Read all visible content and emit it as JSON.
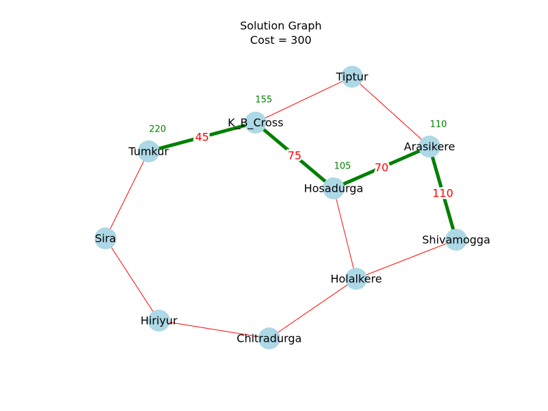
{
  "title": {
    "line1": "Solution Graph",
    "line2": "Cost = 300"
  },
  "colors": {
    "node_fill": "#add8e6",
    "edge_default": "#ff0000",
    "edge_solution": "#008000",
    "weight_text": "#ff0000",
    "heuristic_text": "#008000"
  },
  "nodes": [
    {
      "id": "tiptur",
      "label": "Tiptur"
    },
    {
      "id": "kbcross",
      "label": "K_B_Cross"
    },
    {
      "id": "tumkur",
      "label": "Tumkur"
    },
    {
      "id": "arasikere",
      "label": "Arasikere"
    },
    {
      "id": "hosadurga",
      "label": "Hosadurga"
    },
    {
      "id": "sira",
      "label": "Sira"
    },
    {
      "id": "shivamogga",
      "label": "Shivamogga"
    },
    {
      "id": "holalkere",
      "label": "Holalkere"
    },
    {
      "id": "hiriyur",
      "label": "Hiriyur"
    },
    {
      "id": "chitradurga",
      "label": "Chitradurga"
    }
  ],
  "heuristics": [
    {
      "node": "kbcross",
      "value": "155"
    },
    {
      "node": "tumkur",
      "value": "220"
    },
    {
      "node": "arasikere",
      "value": "110"
    },
    {
      "node": "hosadurga",
      "value": "105"
    }
  ],
  "edges": [
    {
      "from": "kbcross",
      "to": "tiptur",
      "solution": false
    },
    {
      "from": "tiptur",
      "to": "arasikere",
      "solution": false
    },
    {
      "from": "tumkur",
      "to": "sira",
      "solution": false
    },
    {
      "from": "sira",
      "to": "hiriyur",
      "solution": false
    },
    {
      "from": "hiriyur",
      "to": "chitradurga",
      "solution": false
    },
    {
      "from": "chitradurga",
      "to": "holalkere",
      "solution": false
    },
    {
      "from": "holalkere",
      "to": "hosadurga",
      "solution": false
    },
    {
      "from": "holalkere",
      "to": "shivamogga",
      "solution": false
    },
    {
      "from": "tumkur",
      "to": "kbcross",
      "solution": true,
      "weight": "45"
    },
    {
      "from": "kbcross",
      "to": "hosadurga",
      "solution": true,
      "weight": "75"
    },
    {
      "from": "hosadurga",
      "to": "arasikere",
      "solution": true,
      "weight": "70"
    },
    {
      "from": "arasikere",
      "to": "shivamogga",
      "solution": true,
      "weight": "110"
    }
  ]
}
